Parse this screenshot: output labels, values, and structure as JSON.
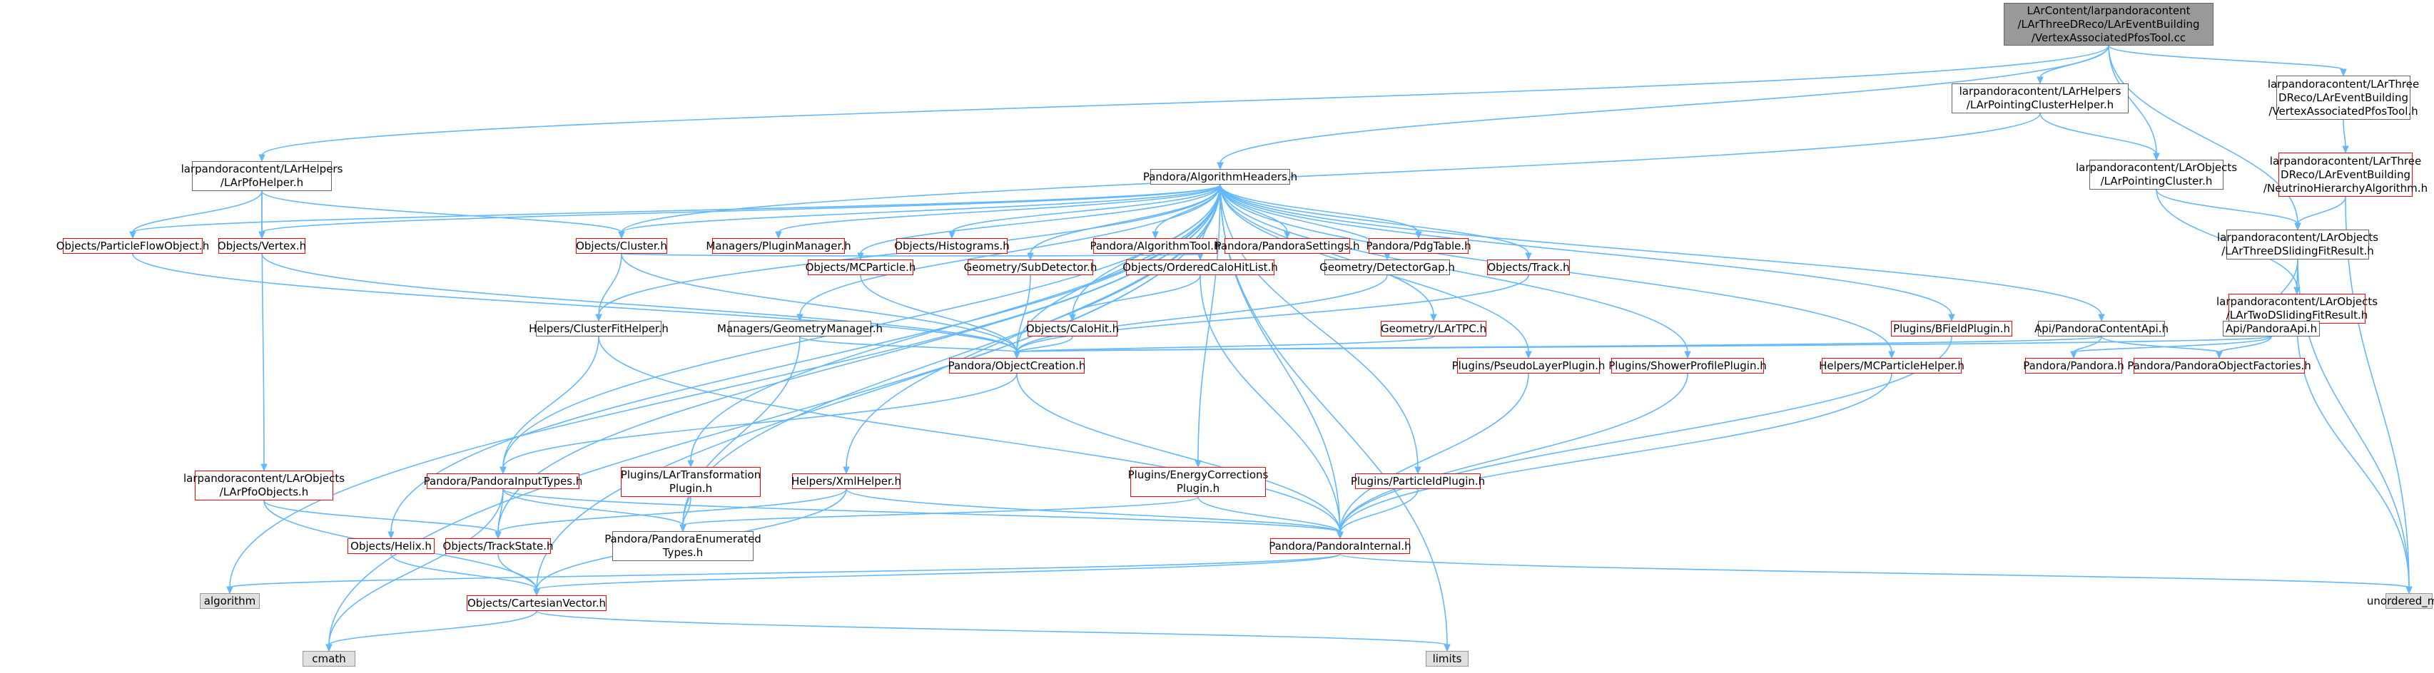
{
  "nodes": [
    {
      "id": "root",
      "label": "LArContent/larpandoracontent\n/LArThreeDReco/LArEventBuilding\n/VertexAssociatedPfosTool.cc",
      "style": "root"
    },
    {
      "id": "pointingClusterHelper",
      "label": "larpandoracontent/LArHelpers\n/LArPointingClusterHelper.h",
      "style": "plain"
    },
    {
      "id": "vertexToolH",
      "label": "larpandoracontent/LArThree\nDReco/LArEventBuilding\n/VertexAssociatedPfosTool.h",
      "style": "plain"
    },
    {
      "id": "pfoHelper",
      "label": "larpandoracontent/LArHelpers\n/LArPfoHelper.h",
      "style": "plain"
    },
    {
      "id": "algHeaders",
      "label": "Pandora/AlgorithmHeaders.h",
      "style": "plain"
    },
    {
      "id": "pointingCluster",
      "label": "larpandoracontent/LArObjects\n/LArPointingCluster.h",
      "style": "plain"
    },
    {
      "id": "neutrinoAlg",
      "label": "larpandoracontent/LArThree\nDReco/LArEventBuilding\n/NeutrinoHierarchyAlgorithm.h",
      "style": "red"
    },
    {
      "id": "threeDSliding",
      "label": "larpandoracontent/LArObjects\n/LArThreeDSlidingFitResult.h",
      "style": "plain"
    },
    {
      "id": "twoDSliding",
      "label": "larpandoracontent/LArObjects\n/LArTwoDSlidingFitResult.h",
      "style": "red"
    },
    {
      "id": "pfObject",
      "label": "Objects/ParticleFlowObject.h",
      "style": "red"
    },
    {
      "id": "vertex",
      "label": "Objects/Vertex.h",
      "style": "red"
    },
    {
      "id": "cluster",
      "label": "Objects/Cluster.h",
      "style": "red"
    },
    {
      "id": "pluginManager",
      "label": "Managers/PluginManager.h",
      "style": "red"
    },
    {
      "id": "histograms",
      "label": "Objects/Histograms.h",
      "style": "red"
    },
    {
      "id": "algTool",
      "label": "Pandora/AlgorithmTool.h",
      "style": "red"
    },
    {
      "id": "pandoraSettings",
      "label": "Pandora/PandoraSettings.h",
      "style": "red"
    },
    {
      "id": "pdgTable",
      "label": "Pandora/PdgTable.h",
      "style": "red"
    },
    {
      "id": "mcParticle",
      "label": "Objects/MCParticle.h",
      "style": "red"
    },
    {
      "id": "subDetector",
      "label": "Geometry/SubDetector.h",
      "style": "red"
    },
    {
      "id": "orderedCaloHit",
      "label": "Objects/OrderedCaloHitList.h",
      "style": "red"
    },
    {
      "id": "detectorGap",
      "label": "Geometry/DetectorGap.h",
      "style": "plain"
    },
    {
      "id": "track",
      "label": "Objects/Track.h",
      "style": "red"
    },
    {
      "id": "bFieldPlugin",
      "label": "Plugins/BFieldPlugin.h",
      "style": "red"
    },
    {
      "id": "pandoraContentApi",
      "label": "Api/PandoraContentApi.h",
      "style": "plain"
    },
    {
      "id": "pandoraApi",
      "label": "Api/PandoraApi.h",
      "style": "plain"
    },
    {
      "id": "clusterFitHelper",
      "label": "Helpers/ClusterFitHelper.h",
      "style": "plain"
    },
    {
      "id": "geometryManager",
      "label": "Managers/GeometryManager.h",
      "style": "plain"
    },
    {
      "id": "caloHit",
      "label": "Objects/CaloHit.h",
      "style": "red"
    },
    {
      "id": "larTPC",
      "label": "Geometry/LArTPC.h",
      "style": "red"
    },
    {
      "id": "objectCreation",
      "label": "Pandora/ObjectCreation.h",
      "style": "red"
    },
    {
      "id": "pseudoLayerPlugin",
      "label": "Plugins/PseudoLayerPlugin.h",
      "style": "red"
    },
    {
      "id": "showerProfilePlugin",
      "label": "Plugins/ShowerProfilePlugin.h",
      "style": "red"
    },
    {
      "id": "mcParticleHelper",
      "label": "Helpers/MCParticleHelper.h",
      "style": "red"
    },
    {
      "id": "pandoraH",
      "label": "Pandora/Pandora.h",
      "style": "red"
    },
    {
      "id": "objectFactories",
      "label": "Pandora/PandoraObjectFactories.h",
      "style": "red"
    },
    {
      "id": "pfoObjects",
      "label": "larpandoracontent/LArObjects\n/LArPfoObjects.h",
      "style": "red"
    },
    {
      "id": "inputTypes",
      "label": "Pandora/PandoraInputTypes.h",
      "style": "red"
    },
    {
      "id": "transformPlugin",
      "label": "Plugins/LArTransformation\nPlugin.h",
      "style": "red"
    },
    {
      "id": "xmlHelper",
      "label": "Helpers/XmlHelper.h",
      "style": "red"
    },
    {
      "id": "energyCorrections",
      "label": "Plugins/EnergyCorrections\nPlugin.h",
      "style": "red"
    },
    {
      "id": "particleIdPlugin",
      "label": "Plugins/ParticleIdPlugin.h",
      "style": "red"
    },
    {
      "id": "helix",
      "label": "Objects/Helix.h",
      "style": "red"
    },
    {
      "id": "trackState",
      "label": "Objects/TrackState.h",
      "style": "red"
    },
    {
      "id": "enumeratedTypes",
      "label": "Pandora/PandoraEnumerated\nTypes.h",
      "style": "plain"
    },
    {
      "id": "pandoraInternal",
      "label": "Pandora/PandoraInternal.h",
      "style": "red"
    },
    {
      "id": "algorithm",
      "label": "algorithm",
      "style": "grey"
    },
    {
      "id": "cartesianVector",
      "label": "Objects/CartesianVector.h",
      "style": "red"
    },
    {
      "id": "unorderedMap",
      "label": "unordered_map",
      "style": "grey"
    },
    {
      "id": "cmath",
      "label": "cmath",
      "style": "grey"
    },
    {
      "id": "limits",
      "label": "limits",
      "style": "grey"
    }
  ],
  "edges": [
    [
      "root",
      "pointingClusterHelper"
    ],
    [
      "root",
      "vertexToolH"
    ],
    [
      "root",
      "pfoHelper"
    ],
    [
      "root",
      "algHeaders"
    ],
    [
      "root",
      "pointingCluster"
    ],
    [
      "root",
      "threeDSliding"
    ],
    [
      "pointingClusterHelper",
      "pointingCluster"
    ],
    [
      "pointingClusterHelper",
      "cluster"
    ],
    [
      "vertexToolH",
      "neutrinoAlg"
    ],
    [
      "neutrinoAlg",
      "threeDSliding"
    ],
    [
      "neutrinoAlg",
      "unorderedMap"
    ],
    [
      "pointingCluster",
      "threeDSliding"
    ],
    [
      "pointingCluster",
      "twoDSliding"
    ],
    [
      "threeDSliding",
      "twoDSliding"
    ],
    [
      "threeDSliding",
      "pandoraApi"
    ],
    [
      "threeDSliding",
      "unorderedMap"
    ],
    [
      "twoDSliding",
      "pandoraApi"
    ],
    [
      "twoDSliding",
      "unorderedMap"
    ],
    [
      "pfoHelper",
      "pfObject"
    ],
    [
      "pfoHelper",
      "vertex"
    ],
    [
      "pfoHelper",
      "cluster"
    ],
    [
      "pfoHelper",
      "pfoObjects"
    ],
    [
      "algHeaders",
      "pfObject"
    ],
    [
      "algHeaders",
      "vertex"
    ],
    [
      "algHeaders",
      "cluster"
    ],
    [
      "algHeaders",
      "pluginManager"
    ],
    [
      "algHeaders",
      "histograms"
    ],
    [
      "algHeaders",
      "algTool"
    ],
    [
      "algHeaders",
      "pandoraSettings"
    ],
    [
      "algHeaders",
      "pdgTable"
    ],
    [
      "algHeaders",
      "mcParticle"
    ],
    [
      "algHeaders",
      "subDetector"
    ],
    [
      "algHeaders",
      "orderedCaloHit"
    ],
    [
      "algHeaders",
      "detectorGap"
    ],
    [
      "algHeaders",
      "track"
    ],
    [
      "algHeaders",
      "bFieldPlugin"
    ],
    [
      "algHeaders",
      "pandoraContentApi"
    ],
    [
      "algHeaders",
      "clusterFitHelper"
    ],
    [
      "algHeaders",
      "geometryManager"
    ],
    [
      "algHeaders",
      "caloHit"
    ],
    [
      "algHeaders",
      "larTPC"
    ],
    [
      "algHeaders",
      "objectCreation"
    ],
    [
      "algHeaders",
      "pseudoLayerPlugin"
    ],
    [
      "algHeaders",
      "showerProfilePlugin"
    ],
    [
      "algHeaders",
      "mcParticleHelper"
    ],
    [
      "algHeaders",
      "inputTypes"
    ],
    [
      "algHeaders",
      "transformPlugin"
    ],
    [
      "algHeaders",
      "xmlHelper"
    ],
    [
      "algHeaders",
      "energyCorrections"
    ],
    [
      "algHeaders",
      "particleIdPlugin"
    ],
    [
      "algHeaders",
      "helix"
    ],
    [
      "algHeaders",
      "trackState"
    ],
    [
      "algHeaders",
      "enumeratedTypes"
    ],
    [
      "algHeaders",
      "pandoraInternal"
    ],
    [
      "algHeaders",
      "algorithm"
    ],
    [
      "algHeaders",
      "cartesianVector"
    ],
    [
      "algHeaders",
      "cmath"
    ],
    [
      "algHeaders",
      "limits"
    ],
    [
      "pfObject",
      "objectCreation"
    ],
    [
      "vertex",
      "objectCreation"
    ],
    [
      "cluster",
      "orderedCaloHit"
    ],
    [
      "cluster",
      "clusterFitHelper"
    ],
    [
      "cluster",
      "objectCreation"
    ],
    [
      "mcParticle",
      "objectCreation"
    ],
    [
      "subDetector",
      "objectCreation"
    ],
    [
      "orderedCaloHit",
      "caloHit"
    ],
    [
      "orderedCaloHit",
      "pandoraInternal"
    ],
    [
      "detectorGap",
      "objectCreation"
    ],
    [
      "track",
      "objectCreation"
    ],
    [
      "bFieldPlugin",
      "pandoraInternal"
    ],
    [
      "pandoraContentApi",
      "objectCreation"
    ],
    [
      "pandoraContentApi",
      "pandoraH"
    ],
    [
      "pandoraContentApi",
      "objectFactories"
    ],
    [
      "pandoraApi",
      "objectCreation"
    ],
    [
      "pandoraApi",
      "pandoraH"
    ],
    [
      "pandoraApi",
      "objectFactories"
    ],
    [
      "clusterFitHelper",
      "inputTypes"
    ],
    [
      "clusterFitHelper",
      "pandoraInternal"
    ],
    [
      "geometryManager",
      "objectCreation"
    ],
    [
      "geometryManager",
      "enumeratedTypes"
    ],
    [
      "caloHit",
      "objectCreation"
    ],
    [
      "larTPC",
      "objectCreation"
    ],
    [
      "objectCreation",
      "inputTypes"
    ],
    [
      "objectCreation",
      "pandoraInternal"
    ],
    [
      "pseudoLayerPlugin",
      "pandoraInternal"
    ],
    [
      "showerProfilePlugin",
      "pandoraInternal"
    ],
    [
      "mcParticleHelper",
      "pandoraInternal"
    ],
    [
      "pfoObjects",
      "trackState"
    ],
    [
      "pfoObjects",
      "cartesianVector"
    ],
    [
      "inputTypes",
      "trackState"
    ],
    [
      "inputTypes",
      "enumeratedTypes"
    ],
    [
      "inputTypes",
      "pandoraInternal"
    ],
    [
      "inputTypes",
      "cmath"
    ],
    [
      "transformPlugin",
      "enumeratedTypes"
    ],
    [
      "xmlHelper",
      "trackState"
    ],
    [
      "xmlHelper",
      "pandoraInternal"
    ],
    [
      "xmlHelper",
      "cartesianVector"
    ],
    [
      "energyCorrections",
      "enumeratedTypes"
    ],
    [
      "energyCorrections",
      "pandoraInternal"
    ],
    [
      "particleIdPlugin",
      "pandoraInternal"
    ],
    [
      "helix",
      "cartesianVector"
    ],
    [
      "trackState",
      "cartesianVector"
    ],
    [
      "pandoraInternal",
      "algorithm"
    ],
    [
      "pandoraInternal",
      "cartesianVector"
    ],
    [
      "pandoraInternal",
      "unorderedMap"
    ],
    [
      "cartesianVector",
      "cmath"
    ],
    [
      "cartesianVector",
      "limits"
    ]
  ]
}
